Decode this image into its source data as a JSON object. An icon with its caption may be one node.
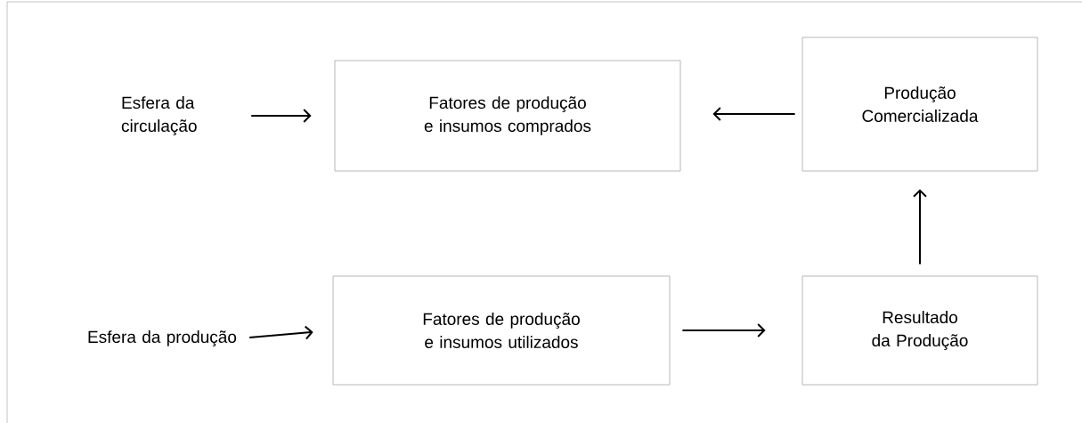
{
  "diagram": {
    "nodes": [
      {
        "text": [
          "Esfera da circulação"
        ]
      },
      {
        "text": [
          "Fatores de produção e insumos comprados"
        ]
      },
      {
        "text": [
          "Produção Comercializada"
        ]
      },
      {
        "text": [
          "Esfera da produção"
        ]
      },
      {
        "text": [
          "Fatores de produção e insumos utilizados"
        ]
      },
      {
        "text": [
          "Resultado da Produção"
        ]
      }
    ],
    "edges": [
      {
        "from": 0,
        "to": 1,
        "arrow": "to"
      },
      {
        "from": 2,
        "to": 1,
        "arrow": "to"
      },
      {
        "from": 3,
        "to": 4,
        "arrow": "to"
      },
      {
        "from": 4,
        "to": 5,
        "arrow": "to"
      },
      {
        "from": 5,
        "to": 2,
        "arrow": "to"
      }
    ]
  }
}
